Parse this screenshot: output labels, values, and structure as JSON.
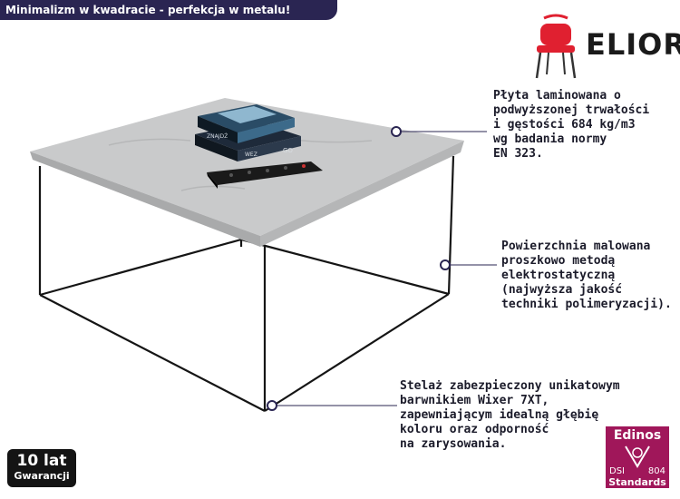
{
  "banner": {
    "title": "Minimalizm w kwadracie - perfekcja w metalu!"
  },
  "brand": {
    "name": "ELIOR",
    "logo_icon": "chair-icon",
    "accent": "#e02030"
  },
  "callouts": [
    {
      "text": "Płyta laminowana o\npodwyższonej trwałości\ni gęstości 684 kg/m3\nwg badania normy\nEN 323."
    },
    {
      "text": "Powierzchnia malowana\nproszkowo metodą\nelektrostatyczną\n(najwyższa jakość\ntechniki polimeryzacji)."
    },
    {
      "text": "Stelaż zabezpieczony unikatowym\nbarwnikiem Wixer 7XT,\nzapewniającym idealną głębię\nkoloru oraz odporność\nna zarysowania."
    }
  ],
  "warranty": {
    "years": "10 lat",
    "label": "Gwarancji"
  },
  "certificate": {
    "name": "Edinos",
    "dsi": "DSI",
    "number": "804",
    "standards": "Standards",
    "color": "#a0175a"
  },
  "product": {
    "top_color": "#c9cacb",
    "frame_color": "#151515",
    "book_titles": [
      "ZNAJDŹ",
      "WEZ",
      "GO"
    ]
  },
  "colors": {
    "banner": "#2a2552",
    "marker": "#2a2552"
  }
}
